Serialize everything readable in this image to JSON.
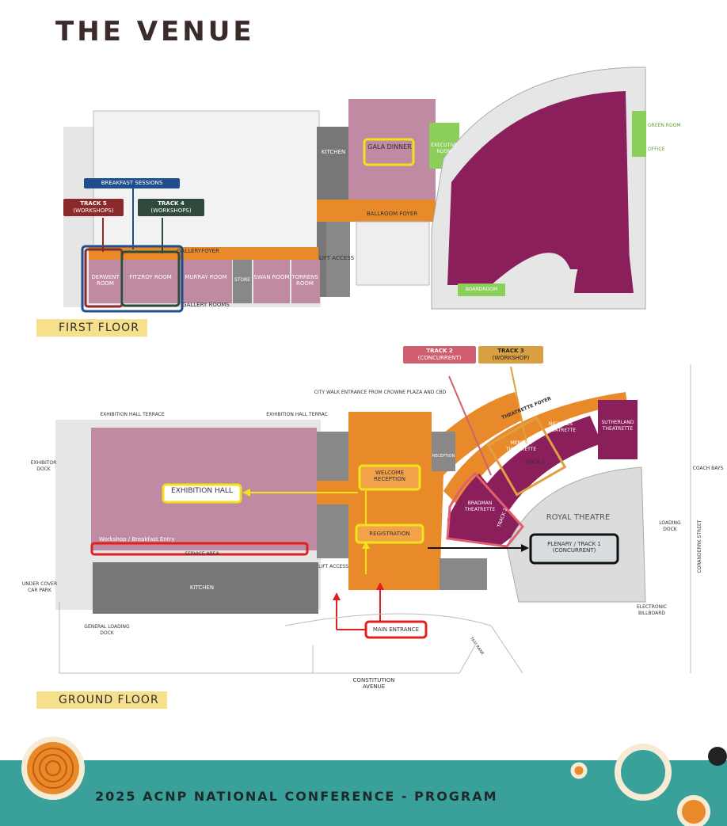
{
  "page": {
    "title": "THE VENUE",
    "footer": "2025 ACNP NATIONAL CONFERENCE - PROGRAM"
  },
  "first_floor": {
    "label": "FIRST FLOOR",
    "tags": {
      "breakfast": "BREAKFAST SESSIONS",
      "track5": "TRACK 5",
      "track5_sub": "(WORKSHOPS)",
      "track4": "TRACK 4",
      "track4_sub": "(WORKSHOPS)"
    },
    "rooms": {
      "kitchen": "KITCHEN",
      "gala": "GALA DINNER",
      "executive": "EXECUTIVE ROOM",
      "green_room": "GREEN ROOM",
      "office": "OFFICE",
      "ballroom_foyer": "BALLROOM FOYER",
      "gallery_foyer": "GALLERYFOYER",
      "lift_access": "LIFT ACCESS",
      "derwent": "DERWENT ROOM",
      "fitzroy": "FITZROY ROOM",
      "murray": "MURRAY ROOM",
      "store": "STORE",
      "swan": "SWAN ROOM",
      "torrens": "TORRENS ROOM",
      "gallery_rooms": "GALLERY ROOMS",
      "boardroom": "BOARDROOM"
    }
  },
  "ground_floor": {
    "label": "GROUND FLOOR",
    "tags": {
      "track2": "TRACK 2",
      "track2_sub": "(CONCURRENT)",
      "track3": "TRACK 3",
      "track3_sub": "(WORKSHOP)"
    },
    "labels": {
      "city_walk": "CITY WALK ENTRANCE FROM CROWNE PLAZA AND CBD",
      "exhibition_terrace_1": "EXHIBITION HALL TERRACE",
      "exhibition_terrace_2": "EXHIBITION HALL TERRAC",
      "exhibitor_dock": "EXHIBITOR DOCK",
      "exhibition_hall": "EXHIBITION HALL",
      "workshop_entry": "Workshop / Breakfast Entry",
      "service_area": "SERVICE AREA",
      "kitchen": "KITCHEN",
      "under_cover": "UNDER COVER CAR PARK",
      "general_loading": "GENERAL LOADING DOCK",
      "lift_access": "LIFT ACCESS",
      "welcome": "WELCOME RECEPTION",
      "registration": "REGISTRATION",
      "reception": "RECEPTION",
      "main_entrance": "MAIN ENTRANCE",
      "theatrette_foyer": "THEATRETTE FOYER",
      "nicholls": "NICHOLLS THEATRETTE",
      "sutherland": "SUTHERLAND THEATRETTE",
      "menzies": "MENZIES THEATRETTE",
      "track3_inner": "TRACK 3",
      "bradman": "BRADMAN THEATRETTE",
      "track2_inner": "TRACK 2",
      "royal_theatre": "ROYAL THEATRE",
      "plenary": "PLENARY / TRACK 1",
      "plenary_sub": "(CONCURRENT)",
      "loading_dock": "LOADING DOCK",
      "coach_bays": "COACH BAYS",
      "corand": "CORANDERRK STREET",
      "electronic": "ELECTRONIC BILLBOARD",
      "taxi": "TAXI RANK",
      "constitution": "CONSTITUTION AVENUE"
    }
  },
  "colors": {
    "orange": "#e98a2a",
    "mauve": "#c08aa3",
    "plum": "#8a1f5c",
    "grey": "#6f6f6f",
    "green": "#8bcf5a",
    "teal": "#3aa09a",
    "yellow": "#f2e21a",
    "red": "#e02020"
  }
}
